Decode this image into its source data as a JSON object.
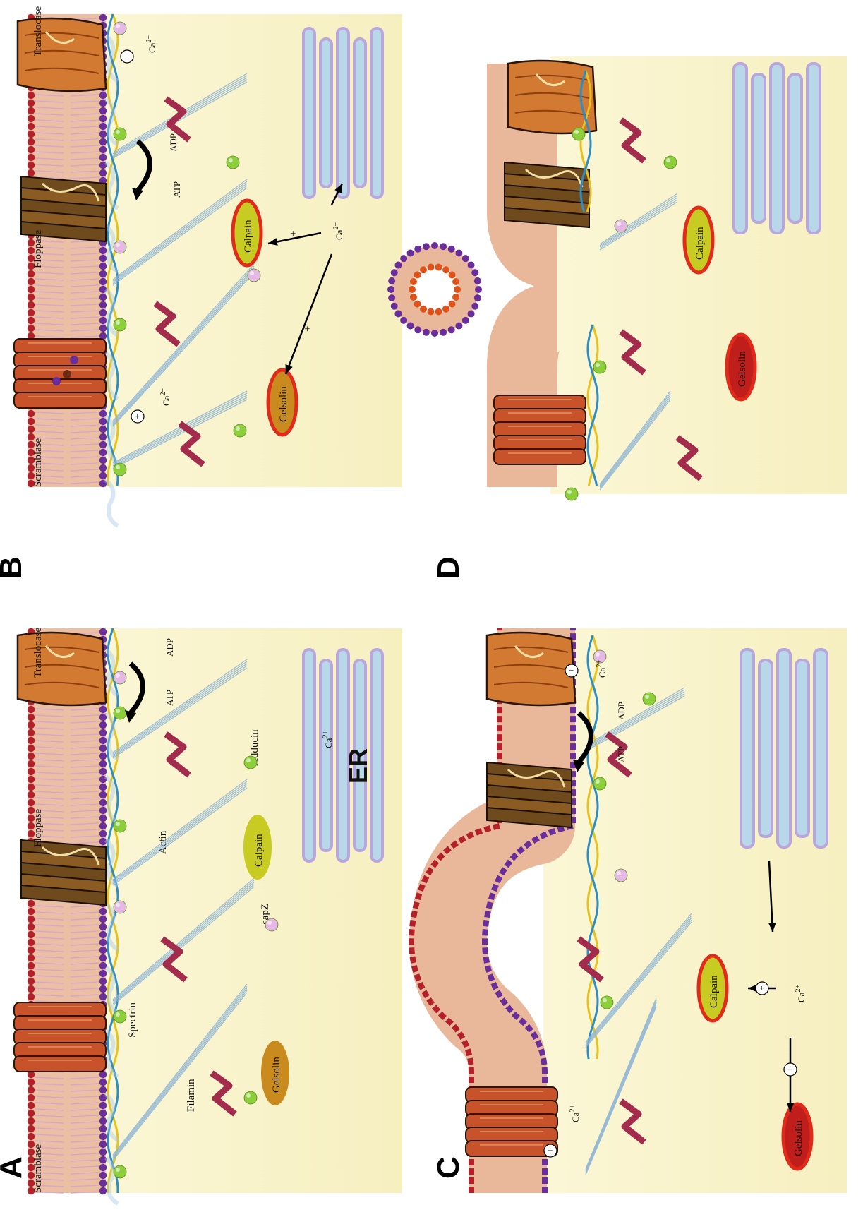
{
  "panel_labels": {
    "a": "A",
    "b": "B",
    "c": "C",
    "d": "D"
  },
  "proteins": {
    "scramblase": "Scramblase",
    "floppase": "Floppase",
    "translocase": "Translocase",
    "spectrin": "Spectrin",
    "actin": "Actin",
    "filamin": "Filamin",
    "adducin": "Adducin",
    "capz": "capZ",
    "gelsolin": "Gelsolin",
    "calpain": "Calpain",
    "er": "ER"
  },
  "molecules": {
    "ca": "Ca",
    "ca_charge": "2+",
    "atp": "ATP",
    "adp": "ADP",
    "plus": "+",
    "minus": "−"
  },
  "colors": {
    "outer_bead": "#b4202a",
    "inner_bead": "#6a2e9c",
    "membrane_core": "#e9b89a",
    "cytoplasm": "#f8f3cc",
    "er": "#b8d8ea",
    "er_edge": "#b9a6dc",
    "spectrin_yellow": "#e8c21a",
    "spectrin_blue": "#2d8ec6",
    "actin": "#8db4d6",
    "adducin": "#8ccf3a",
    "capz": "#e6b8e6",
    "filamin": "#a32b4c",
    "gelsolin_fill": "#c98b1e",
    "calpain_fill": "#c8cc22",
    "active_oval_edge": "#e02a1a",
    "scramblase": "#c8522a",
    "floppase": "#6e4a1c",
    "translocase": "#d27a32"
  }
}
